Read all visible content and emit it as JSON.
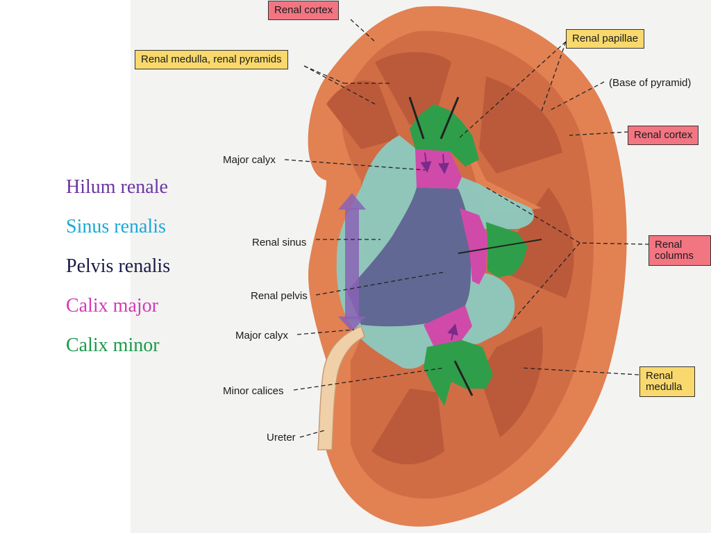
{
  "legend": [
    {
      "text": "Hilum renale",
      "color": "#6a35a3"
    },
    {
      "text": "Sinus renalis",
      "color": "#1aa8d8"
    },
    {
      "text": "Pelvis renalis",
      "color": "#1a1a4a"
    },
    {
      "text": "Calix major",
      "color": "#d43ab5"
    },
    {
      "text": "Calix minor",
      "color": "#1a9a4a"
    }
  ],
  "labels": {
    "renal_cortex_top": "Renal cortex",
    "renal_medulla_pyramids": "Renal medulla, renal pyramids",
    "renal_papillae": "Renal papillae",
    "base_of_pyramid": "(Base of pyramid)",
    "renal_cortex_right": "Renal cortex",
    "major_calyx_upper": "Major calyx",
    "renal_columns": "Renal columns",
    "renal_sinus": "Renal sinus",
    "renal_pelvis": "Renal pelvis",
    "major_calyx_lower": "Major calyx",
    "renal_medulla": "Renal medulla",
    "minor_calices": "Minor calices",
    "ureter": "Ureter"
  },
  "colors": {
    "cortex": "#e07e4f",
    "medulla": "#c8653f",
    "sinus": "#8fc9bf",
    "pelvis": "#5d5f8f",
    "major_calyx": "#d04aaa",
    "minor_calyx": "#2f9e4a",
    "hilum_arrow": "#8a62b5",
    "red_box": "#f27582",
    "yellow_box": "#f9d96d"
  }
}
